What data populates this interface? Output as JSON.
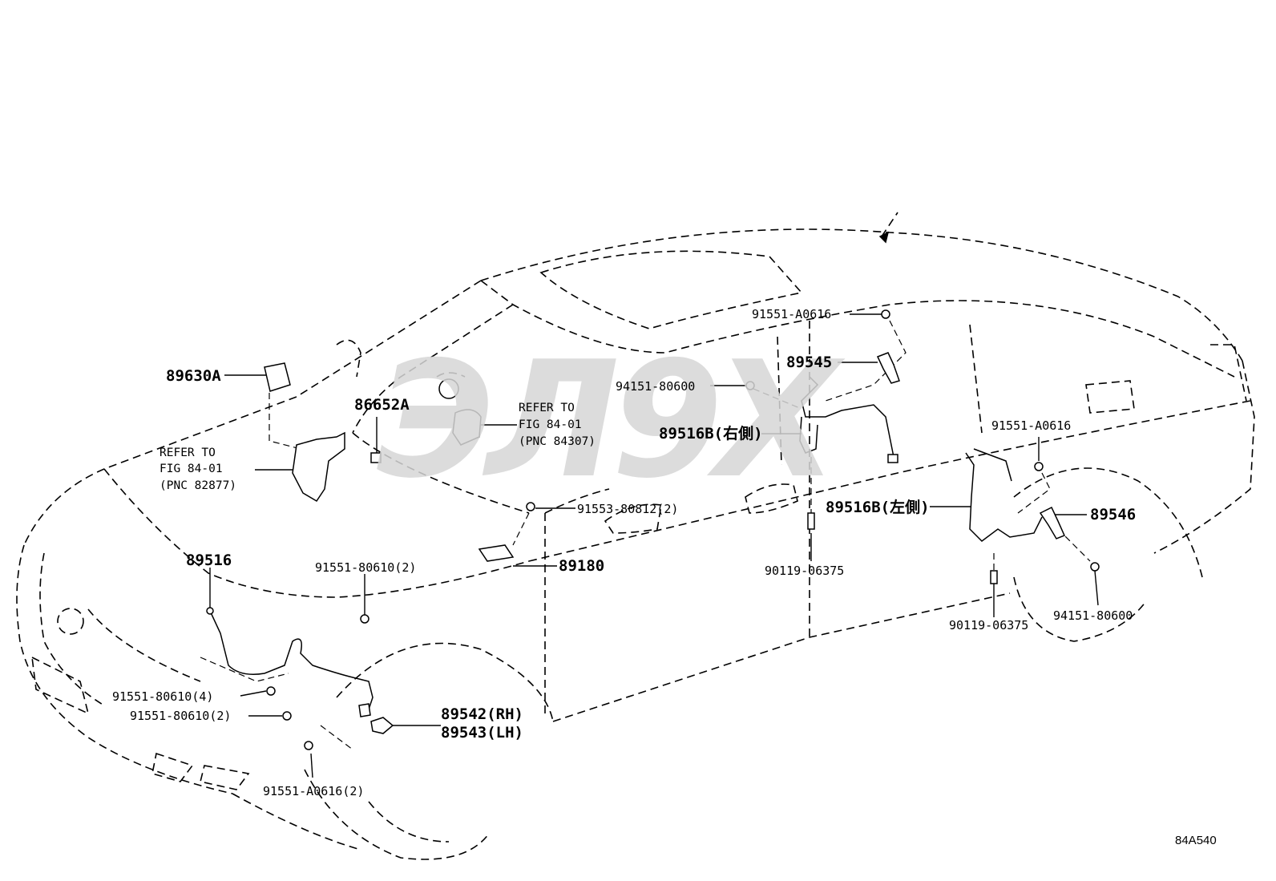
{
  "watermark": "ЭЛ9Х",
  "labels": {
    "p89630A": "89630A",
    "ref_82877_1": "REFER TO",
    "ref_82877_2": "FIG 84-01",
    "ref_82877_3": "(PNC 82877)",
    "p86652A": "86652A",
    "ref_84307_1": "REFER TO",
    "ref_84307_2": "FIG 84-01",
    "ref_84307_3": "(PNC 84307)",
    "p91553": "91553-80812(2)",
    "p89180": "89180",
    "p89516": "89516",
    "p91551_80610_2_top": "91551-80610(2)",
    "p91551_80610_4": "91551-80610(4)",
    "p91551_80610_2": "91551-80610(2)",
    "p89542": "89542(RH)",
    "p89543": "89543(LH)",
    "p91551_A0616_2": "91551-A0616(2)",
    "p91551_A0616_top": "91551-A0616",
    "p89545": "89545",
    "p94151_80600_top": "94151-80600",
    "p89516B_rh": "89516B(右側)",
    "p90119_center": "90119-06375",
    "p89516B_lh": "89516B(左側)",
    "p91551_A0616_right": "91551-A0616",
    "p89546": "89546",
    "p94151_80600_right": "94151-80600",
    "p90119_right": "90119-06375"
  },
  "figure_code": "84A540"
}
